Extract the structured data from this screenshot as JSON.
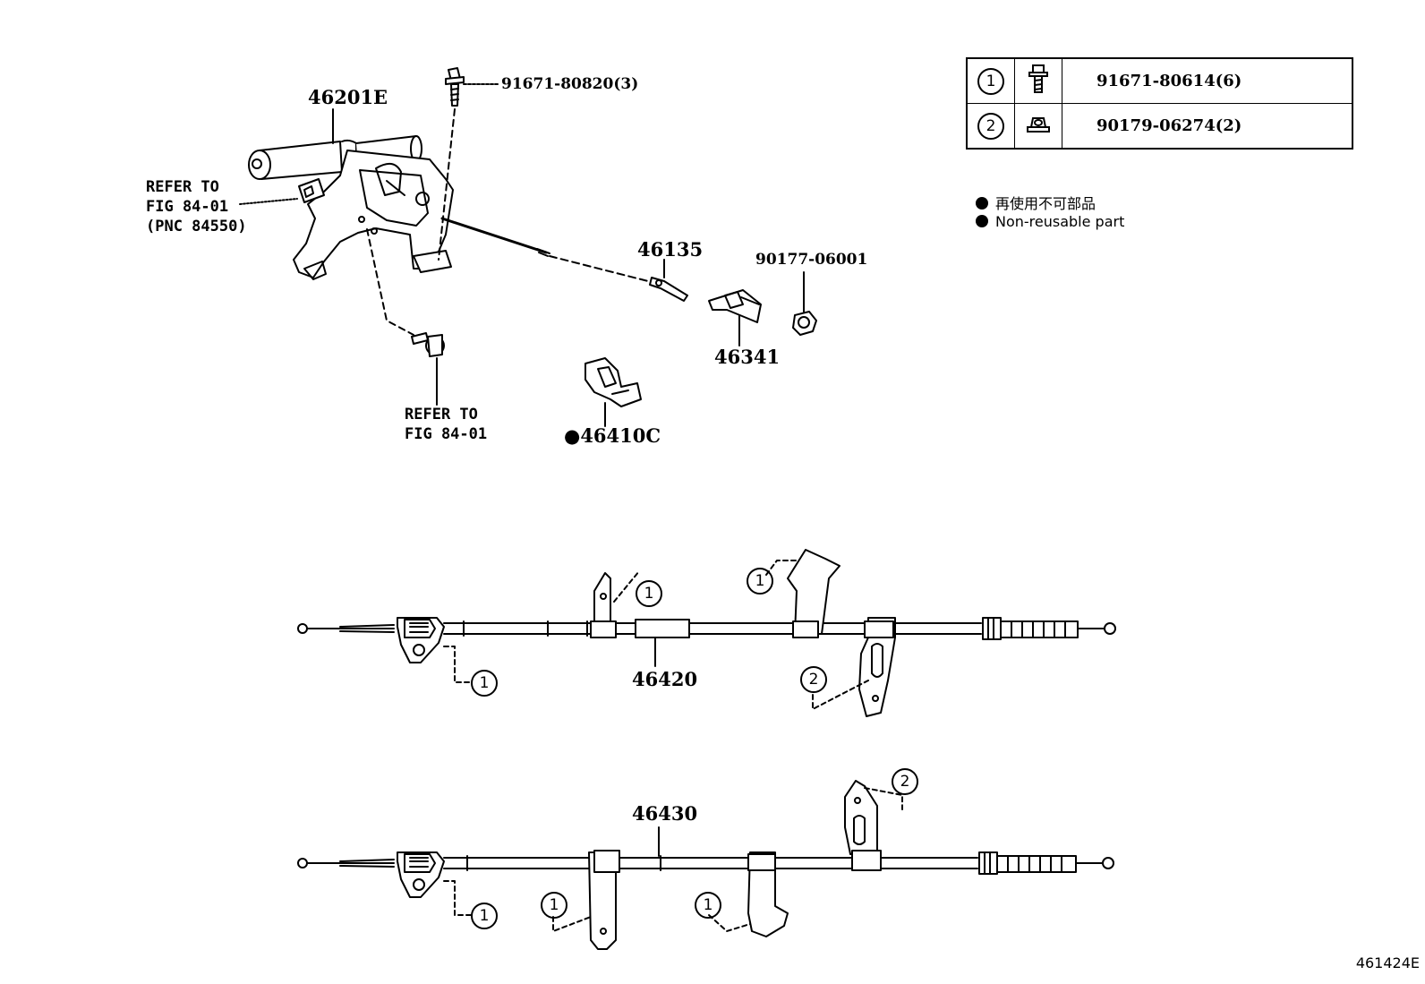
{
  "fastener_table": {
    "rows": [
      {
        "ref": "1",
        "icon": "flange-bolt-icon",
        "part": "91671-80614(6)"
      },
      {
        "ref": "2",
        "icon": "flange-nut-icon",
        "part": "90179-06274(2)"
      }
    ]
  },
  "legend": {
    "line1": "再使用不可部品",
    "line2": "Non-reusable part"
  },
  "labels": {
    "lever": "46201E",
    "bolt_top": "91671-80820(3)",
    "refer1": "REFER TO\nFIG 84-01\n(PNC 84550)",
    "refer2": "REFER TO\nFIG 84-01",
    "rod": "46135",
    "yoke": "46341",
    "nut": "90177-06001",
    "clamp": "●46410C",
    "cable_rh": "46420",
    "cable_lh": "46430"
  },
  "callouts": {
    "c1": "1",
    "c2": "2"
  },
  "illustration_code": "461424E"
}
